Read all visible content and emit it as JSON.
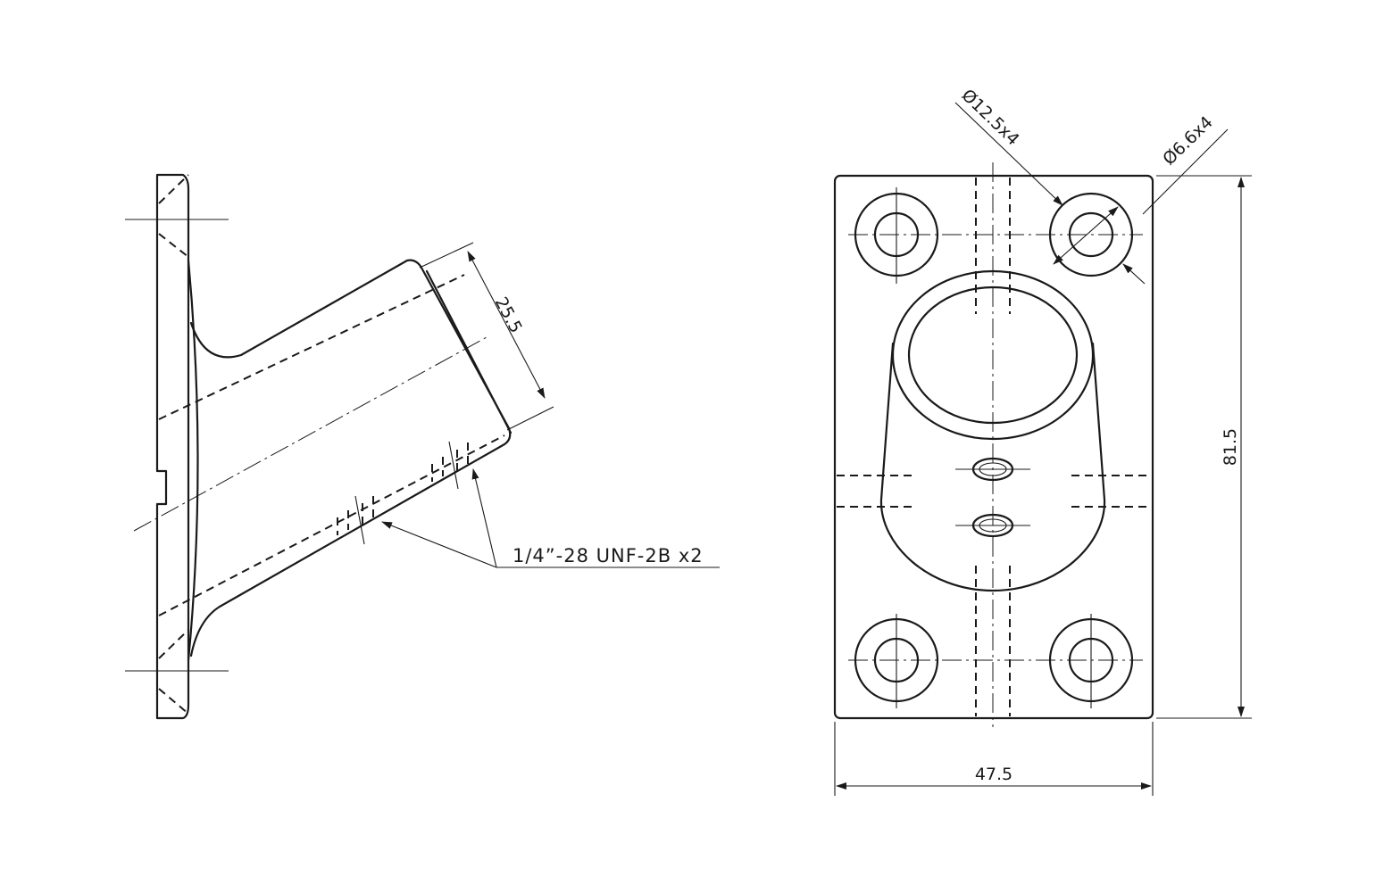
{
  "dimensions": {
    "tube_diameter": "25.5",
    "thread_callout": "1/4”-28 UNF-2B x2",
    "counterbore": "Ø12.5x4",
    "hole": "Ø6.6x4",
    "height": "81.5",
    "width": "47.5"
  }
}
